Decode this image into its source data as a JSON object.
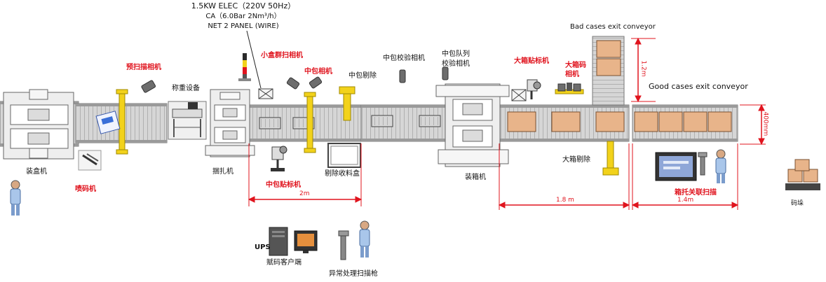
{
  "colors": {
    "red": "#e0141e",
    "yellow": "#f2d21b",
    "box": "#e8b48a",
    "belt": "#c9c9c9",
    "machine": "#ececec"
  },
  "spec": {
    "line1": "1.5KW ELEC（220V 50Hz）",
    "line2": "CA（6.0Bar 2Nm³/h）",
    "line3": "NET 2 PANEL (WIRE)"
  },
  "labels": {
    "bad_exit": "Bad cases exit conveyor",
    "good_exit": "Good cases exit conveyor",
    "pre_scan_camera": "预扫描相机",
    "weighing": "称重设备",
    "small_box_camera": "小盒群扫相机",
    "mid_pack_camera": "中包相机",
    "mid_pack_reject": "中包剔除",
    "mid_pack_verify_camera": "中包校验相机",
    "mid_queue_verify_1": "中包队列",
    "mid_queue_verify_2": "校验相机",
    "big_box_labeler": "大箱贴标机",
    "big_box_camera_1": "大箱码",
    "big_box_camera_2": "相机",
    "boxing_machine": "装盒机",
    "inkjet": "喷码机",
    "bundler": "捆扎机",
    "mid_pack_labeler": "中包贴标机",
    "reject_bin": "剔除收料盒",
    "case_packer": "装箱机",
    "big_box_reject": "大箱剔除",
    "pallet_scan": "箱托关联扫描",
    "palletizing": "码垛",
    "ups": "UPS",
    "code_client": "赋码客户端",
    "exception_scanner": "异常处理扫描枪"
  },
  "dimensions": {
    "d1": "2m",
    "d2": "1.8 m",
    "d3": "1.4m",
    "d4": "1.2m",
    "d5": "400mm"
  },
  "icons": {
    "operator": "person-icon",
    "camera": "camera-icon",
    "scanner": "handheld-scanner-icon",
    "computer": "computer-icon",
    "ups": "ups-icon",
    "pallet": "pallet-icon",
    "tower_light": "signal-tower-icon"
  }
}
